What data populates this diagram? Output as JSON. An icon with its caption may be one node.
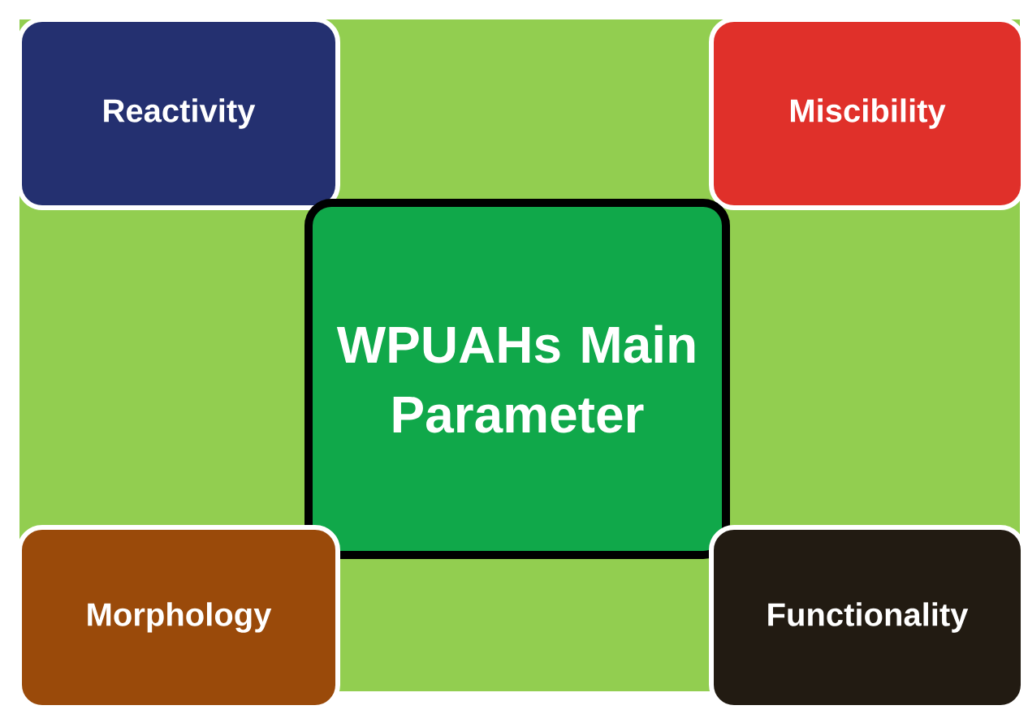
{
  "diagram": {
    "nodes": [
      {
        "text": [
          "Reactivity"
        ]
      },
      {
        "text": [
          "Miscibility"
        ]
      },
      {
        "text": [
          "WPUAHs Main Parameter"
        ]
      },
      {
        "text": [
          "Morphology"
        ]
      },
      {
        "text": [
          "Functionality"
        ]
      }
    ]
  }
}
